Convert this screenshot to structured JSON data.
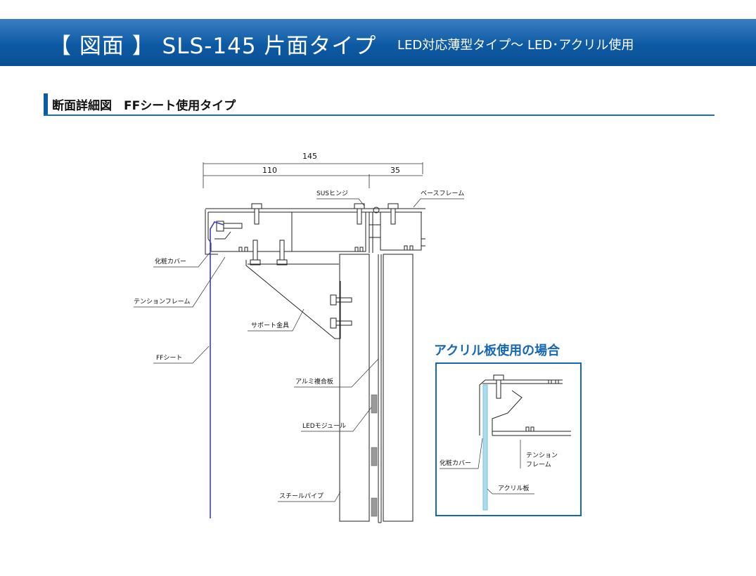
{
  "header": {
    "title": "【 図面 】 SLS-145 片面タイプ",
    "subtitle": "LED対応薄型タイプ～ LED･アクリル使用",
    "accent_color": "#0d5aa4"
  },
  "section": {
    "title": "断面詳細図　FFシート使用タイプ"
  },
  "dimensions": {
    "total": "145",
    "left": "110",
    "right": "35"
  },
  "labels": {
    "sus_hinge": "SUSヒンジ",
    "base_frame": "ベースフレーム",
    "cosmetic_cover": "化粧カバー",
    "tension_frame": "テンションフレーム",
    "support_bracket": "サポート金具",
    "ff_sheet": "FFシート",
    "aluminum_composite": "アルミ複合板",
    "led_module": "LEDモジュール",
    "steel_pipe": "スチールパイプ"
  },
  "inset": {
    "title": "アクリル板使用の場合",
    "cosmetic_cover": "化粧カバー",
    "tension_frame_1": "テンション",
    "tension_frame_2": "フレーム",
    "acrylic_plate": "アクリル板",
    "border_color": "#1768b4",
    "acrylic_color": "#a9dcef"
  }
}
